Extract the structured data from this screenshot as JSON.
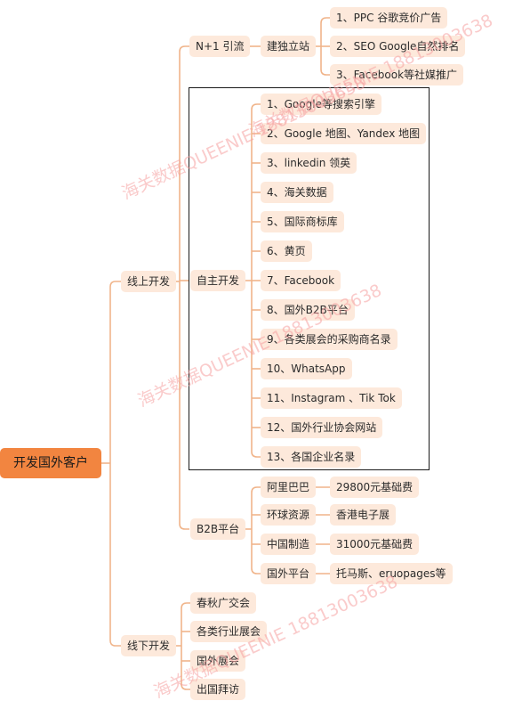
{
  "root": "开发国外客户",
  "branches": {
    "online": "线上开发",
    "offline": "线下开发"
  },
  "online": {
    "n1": {
      "label": "N+1 引流",
      "site": "建独立站",
      "methods": [
        "1、PPC  谷歌竞价广告",
        "2、SEO Google自然排名",
        "3、Facebook等社媒推广"
      ]
    },
    "self": {
      "label": "自主开发",
      "items": [
        "1、Google等搜索引擎",
        "2、Google 地图、Yandex 地图",
        "3、linkedin 领英",
        "4、海关数据",
        "5、国际商标库",
        "6、黄页",
        "7、Facebook",
        "8、国外B2B平台",
        "9、各类展会的采购商名录",
        "10、WhatsApp",
        "11、Instagram 、Tik Tok",
        "12、国外行业协会网站",
        "13、各国企业名录"
      ]
    },
    "b2b": {
      "label": "B2B平台",
      "platforms": [
        {
          "name": "阿里巴巴",
          "detail": "29800元基础费"
        },
        {
          "name": "环球资源",
          "detail": "香港电子展"
        },
        {
          "name": "中国制造",
          "detail": "31000元基础费"
        },
        {
          "name": "国外平台",
          "detail": "托马斯、eruopages等"
        }
      ]
    }
  },
  "offline": {
    "items": [
      "春秋广交会",
      "各类行业展会",
      "国外展会",
      "出国拜访"
    ]
  },
  "watermarks": [
    "海关数据QUEENIE 18813003638",
    "海关数据QUEENIE 18813003638",
    "海关数据QUEENIE 18813003638",
    "海关数据QUEENIE 18813003638"
  ],
  "colors": {
    "root": "#f28540",
    "node": "#fde9db",
    "line": "#f0b48a",
    "watermark": "#f5a0a0"
  }
}
